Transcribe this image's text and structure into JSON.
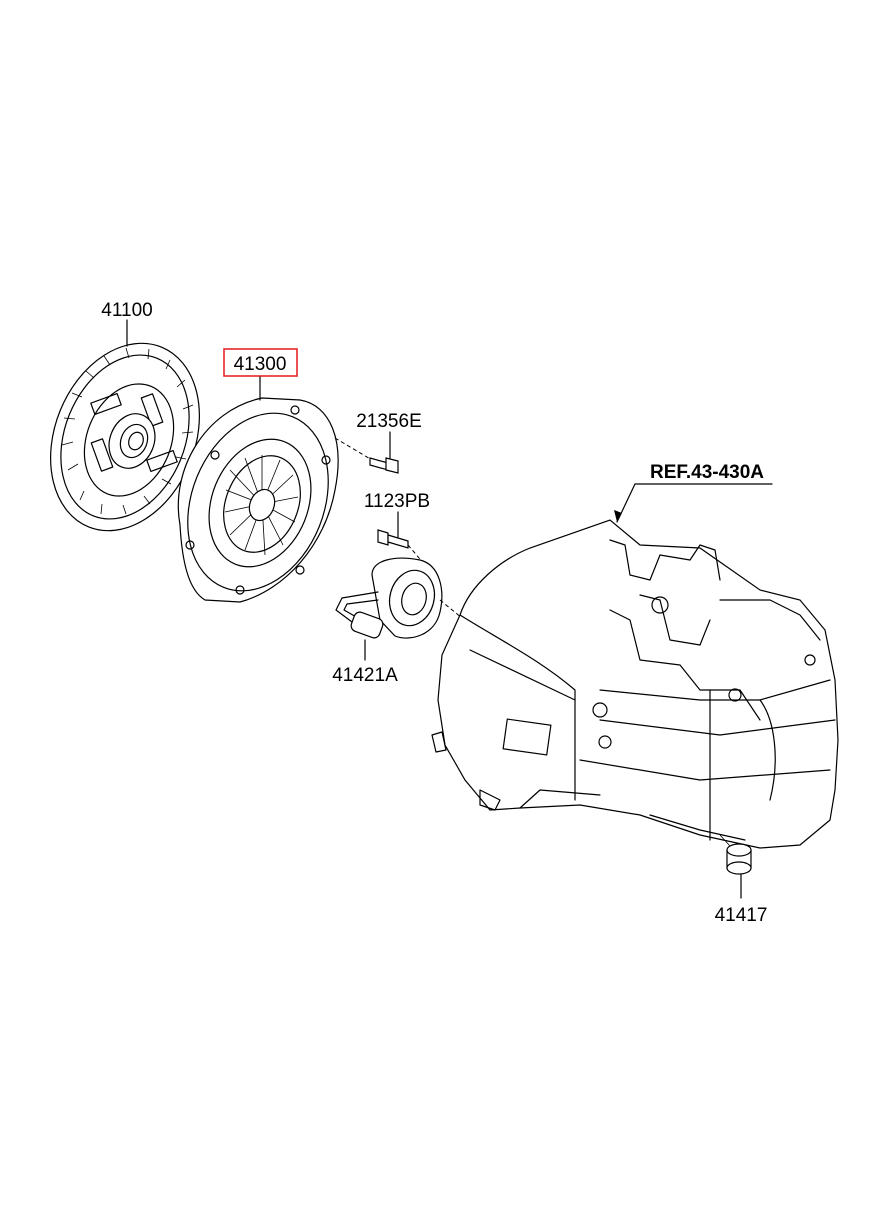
{
  "parts": [
    {
      "id": "clutch_disc",
      "label": "41100",
      "highlighted": false
    },
    {
      "id": "clutch_cover",
      "label": "41300",
      "highlighted": true
    },
    {
      "id": "bolt_a",
      "label": "21356E",
      "highlighted": false
    },
    {
      "id": "bolt_b",
      "label": "1123PB",
      "highlighted": false
    },
    {
      "id": "release_cylinder",
      "label": "41421A",
      "highlighted": false
    },
    {
      "id": "plug",
      "label": "41417",
      "highlighted": false
    }
  ],
  "reference": {
    "label": "REF.43-430A"
  },
  "colors": {
    "highlight_box": "#e8262a",
    "line": "#000000",
    "background": "#ffffff"
  }
}
